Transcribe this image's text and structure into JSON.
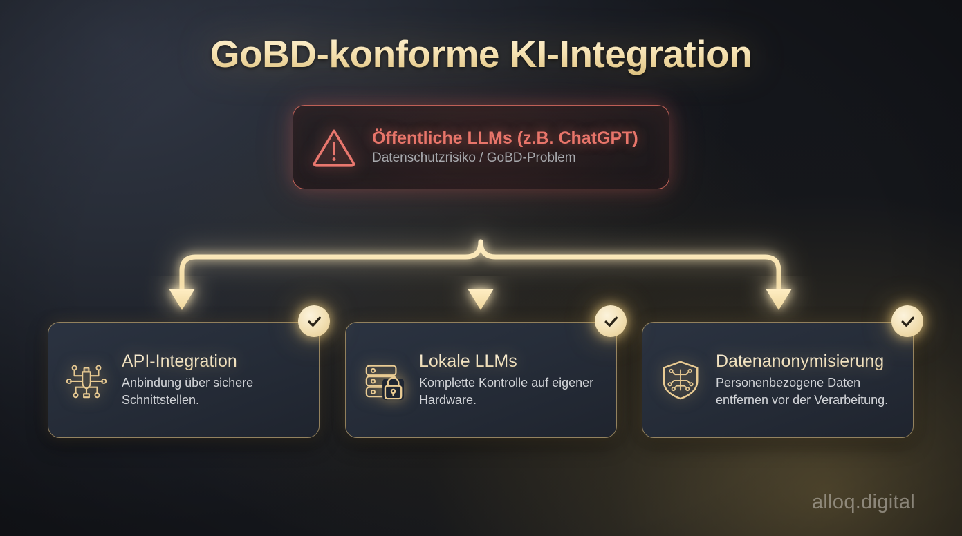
{
  "page": {
    "title": "GoBD-konforme KI-Integration",
    "watermark": "alloq.digital",
    "accent_gold": "#e8c67e",
    "accent_red": "#e8756a",
    "background_dark": "#20242d",
    "card_background": "#262d39"
  },
  "warning": {
    "icon": "warning-triangle-icon",
    "title": "Öffentliche LLMs (z.B. ChatGPT)",
    "subtitle": "Datenschutzrisiko / GoBD-Problem",
    "border_color": "#e27064"
  },
  "connector": {
    "type": "branching-arrows",
    "branches": 3,
    "color": "#f4e3b6"
  },
  "cards": [
    {
      "icon": "usb-circuit-icon",
      "title": "API-Integration",
      "description": "Anbindung über sichere Schnittstellen.",
      "badge": "check-icon"
    },
    {
      "icon": "server-lock-icon",
      "title": "Lokale LLMs",
      "description": "Komplette Kontrolle auf eigener Hardware.",
      "badge": "check-icon"
    },
    {
      "icon": "shield-circuit-icon",
      "title": "Datenanonymisierung",
      "description": "Personenbezogene Daten\nentfernen vor der Verarbeitung.",
      "badge": "check-icon"
    }
  ]
}
